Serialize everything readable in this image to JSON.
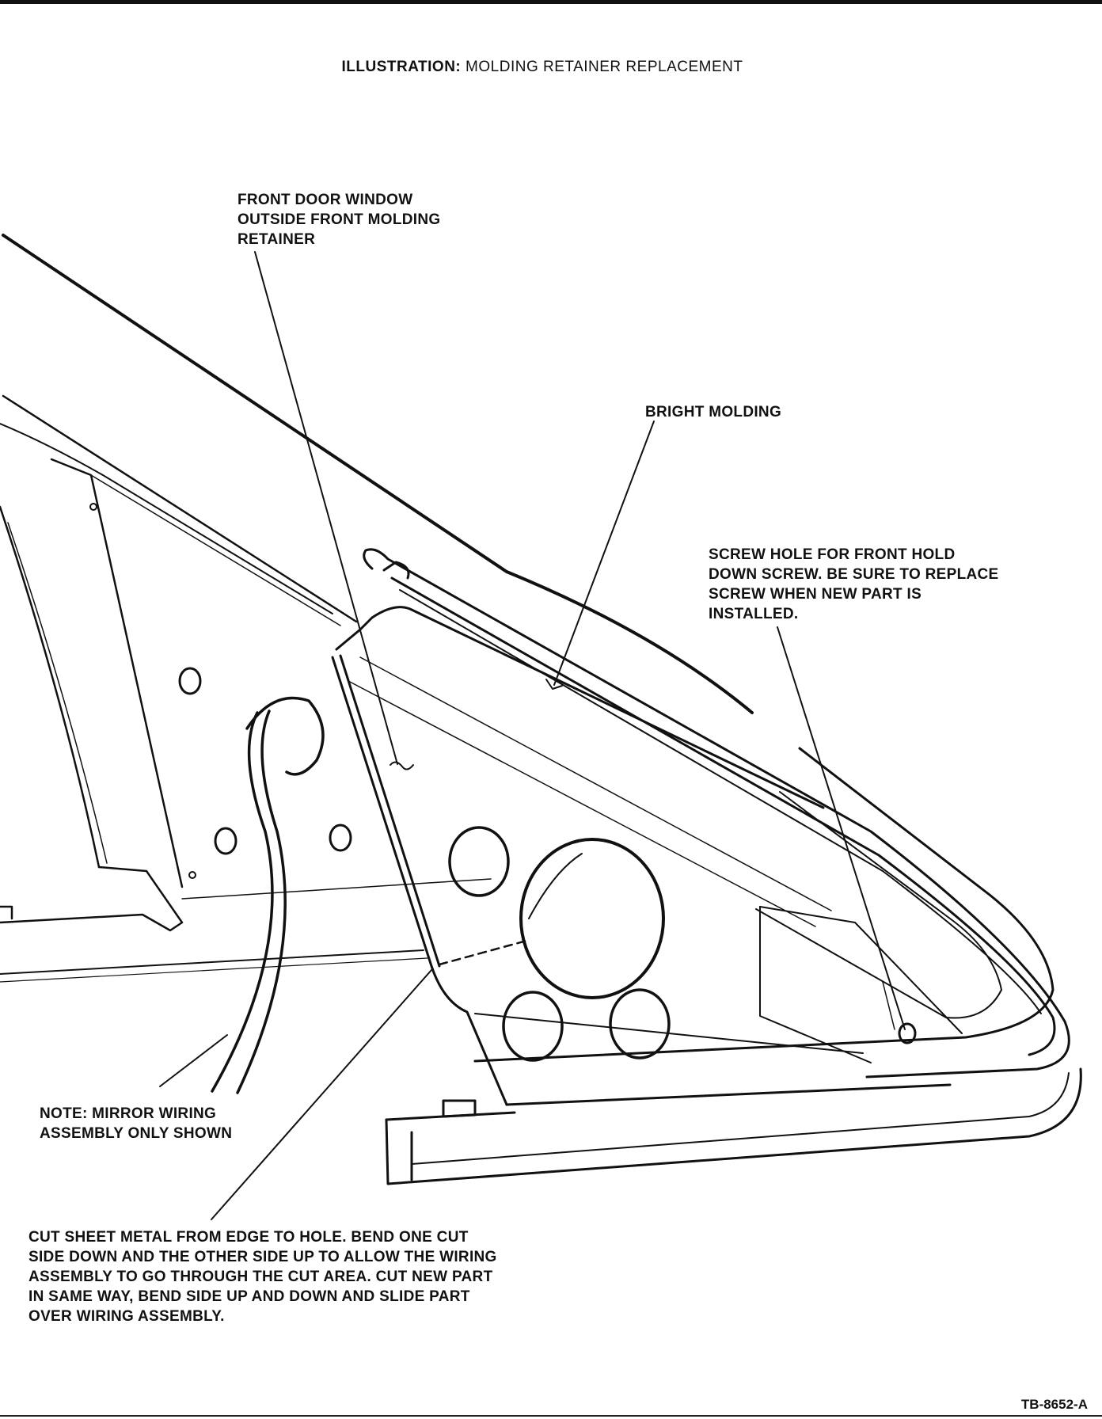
{
  "title": {
    "prefix": "ILLUSTRATION:",
    "text": "MOLDING RETAINER REPLACEMENT"
  },
  "callouts": {
    "retainer": [
      "FRONT DOOR WINDOW",
      "OUTSIDE FRONT MOLDING",
      "RETAINER"
    ],
    "bright_molding": [
      "BRIGHT MOLDING"
    ],
    "screw_hole": [
      "SCREW HOLE FOR FRONT HOLD",
      "DOWN SCREW. BE SURE TO REPLACE",
      "SCREW WHEN NEW PART IS",
      "INSTALLED."
    ],
    "mirror_note": [
      "NOTE: MIRROR WIRING",
      "ASSEMBLY ONLY SHOWN"
    ],
    "cut_instructions": [
      "CUT SHEET METAL FROM EDGE TO HOLE. BEND ONE CUT",
      "SIDE DOWN AND THE OTHER SIDE UP TO ALLOW THE WIRING",
      "ASSEMBLY TO GO THROUGH THE CUT AREA. CUT NEW PART",
      "IN SAME WAY, BEND SIDE UP AND DOWN AND SLIDE PART",
      "OVER WIRING ASSEMBLY."
    ]
  },
  "figure_id": "TB-8652-A"
}
